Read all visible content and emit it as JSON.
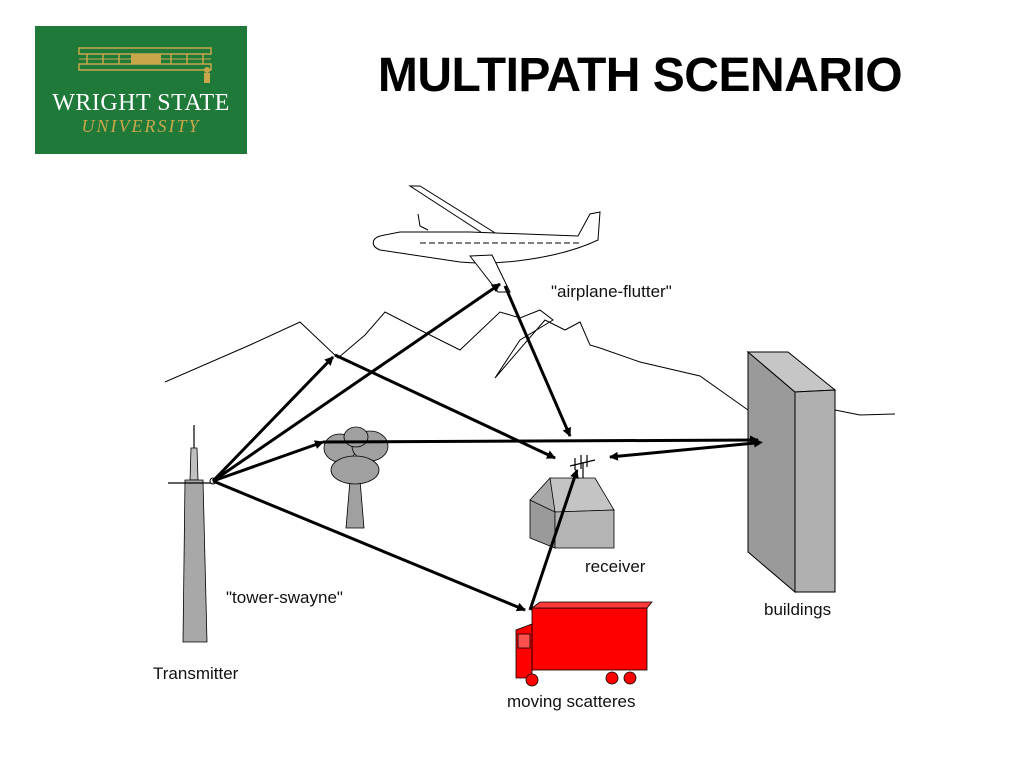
{
  "header": {
    "title": "MULTIPATH SCENARIO",
    "logo": {
      "line1": "WRIGHT STATE",
      "line2": "UNIVERSITY",
      "bg_color": "#1f7a3a",
      "accent_color": "#c9a64a"
    }
  },
  "diagram": {
    "labels": {
      "airplane": "\"airplane-flutter\"",
      "receiver": "receiver",
      "buildings": "buildings",
      "tower": "\"tower-swayne\"",
      "transmitter": "Transmitter",
      "truck": "moving scatteres"
    },
    "colors": {
      "truck": "#ff0000",
      "building": "#a0a0a0",
      "tower": "#a8a8a8",
      "tree": "#a0a0a0"
    }
  }
}
